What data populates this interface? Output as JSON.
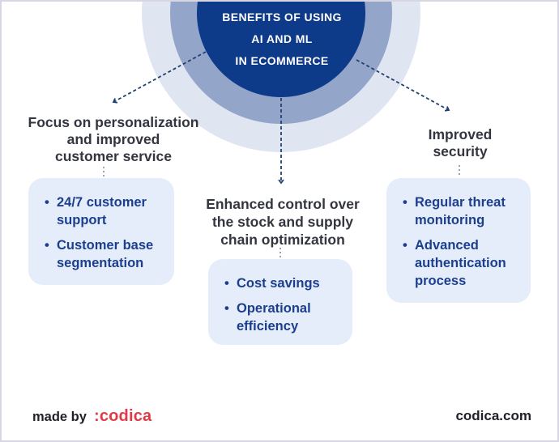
{
  "center": {
    "title_lines": [
      "BENEFITS OF USING",
      "AI AND ML",
      "IN ECOMMERCE"
    ]
  },
  "branches": [
    {
      "heading_lines": [
        "Focus on personalization",
        "and improved",
        "customer service"
      ],
      "bullets": [
        "24/7 customer support",
        "Customer base segmentation"
      ]
    },
    {
      "heading_lines": [
        "Enhanced control over",
        "the stock and supply",
        "chain optimization"
      ],
      "bullets": [
        "Cost savings",
        "Operational efficiency"
      ]
    },
    {
      "heading_lines": [
        "Improved",
        "security"
      ],
      "bullets": [
        "Regular threat monitoring",
        "Advanced authentication process"
      ]
    }
  ],
  "footer": {
    "made_by": "made by",
    "brand": ":codica",
    "site": "codica.com"
  },
  "colors": {
    "circle_inner": "#0e3a8a",
    "circle_mid": "#93a6ca",
    "circle_outer": "#e0e5f2",
    "card_bg": "#e6edfa",
    "bullet_text": "#1b3f8e",
    "heading_text": "#34363f",
    "arrow": "#21406f",
    "connector": "#9aa4b8",
    "brand_red": "#e23a44",
    "footer_text": "#212229"
  }
}
